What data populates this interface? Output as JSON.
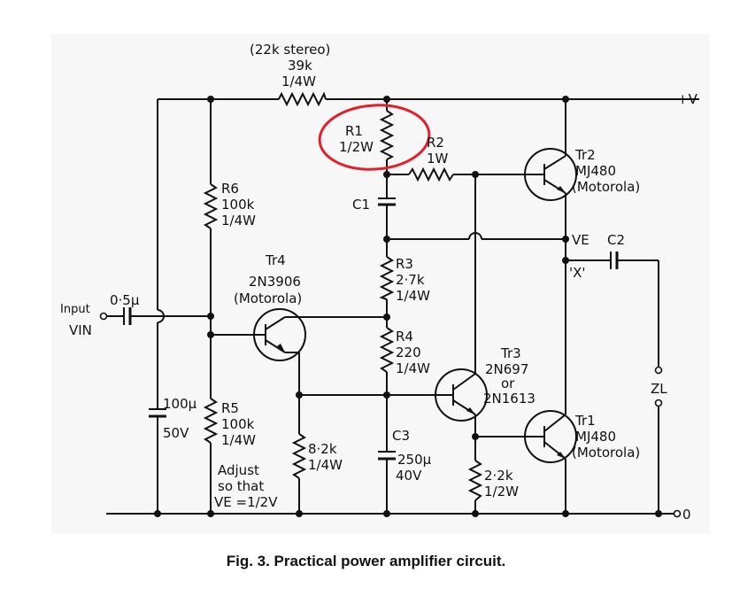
{
  "labels": {
    "stereo": "(22k stereo)",
    "r_top_value": "39k",
    "r_top_power": "1/4W",
    "supply_pos": "+V",
    "r1": "R1",
    "r1_power": "1/2W",
    "r2": "R2",
    "r2_power": "1W",
    "c1": "C1",
    "r6": "R6",
    "r6_value": "100k",
    "r6_power": "1/4W",
    "tr4": "Tr4",
    "tr4_type": "2N3906",
    "tr4_make": "(Motorola)",
    "r3": "R3",
    "r3_value": "2·7k",
    "r3_power": "1/4W",
    "r4": "R4",
    "r4_value": "220",
    "r4_power": "1/4W",
    "tr3": "Tr3",
    "tr3_type1": "2N697",
    "tr3_or": "or",
    "tr3_type2": "2N1613",
    "tr2": "Tr2",
    "tr2_type": "MJ480",
    "tr2_make": "(Motorola)",
    "ve": "VE",
    "c2": "C2",
    "x_point": "'X'",
    "input": "Input",
    "vin": "VIN",
    "c_in": "0·5µ",
    "c_bias": "100µ",
    "c_bias_v": "50V",
    "r5": "R5",
    "r5_value": "100k",
    "r5_power": "1/4W",
    "adjust1": "Adjust",
    "adjust2": "so that",
    "adjust3": "VE =1/2V",
    "r_82": "8·2k",
    "r_82_power": "1/4W",
    "c3": "C3",
    "c3_value": "250µ",
    "c3_v": "40V",
    "r_22": "2·2k",
    "r_22_power": "1/2W",
    "tr1": "Tr1",
    "tr1_type": "MJ480",
    "tr1_make": "(Motorola)",
    "zl": "ZL",
    "ground": "0"
  },
  "caption": "Fig. 3. Practical power amplifier circuit.",
  "colors": {
    "highlight": "#e0202a",
    "ink": "#111111",
    "panel": "#f7f7f7"
  }
}
